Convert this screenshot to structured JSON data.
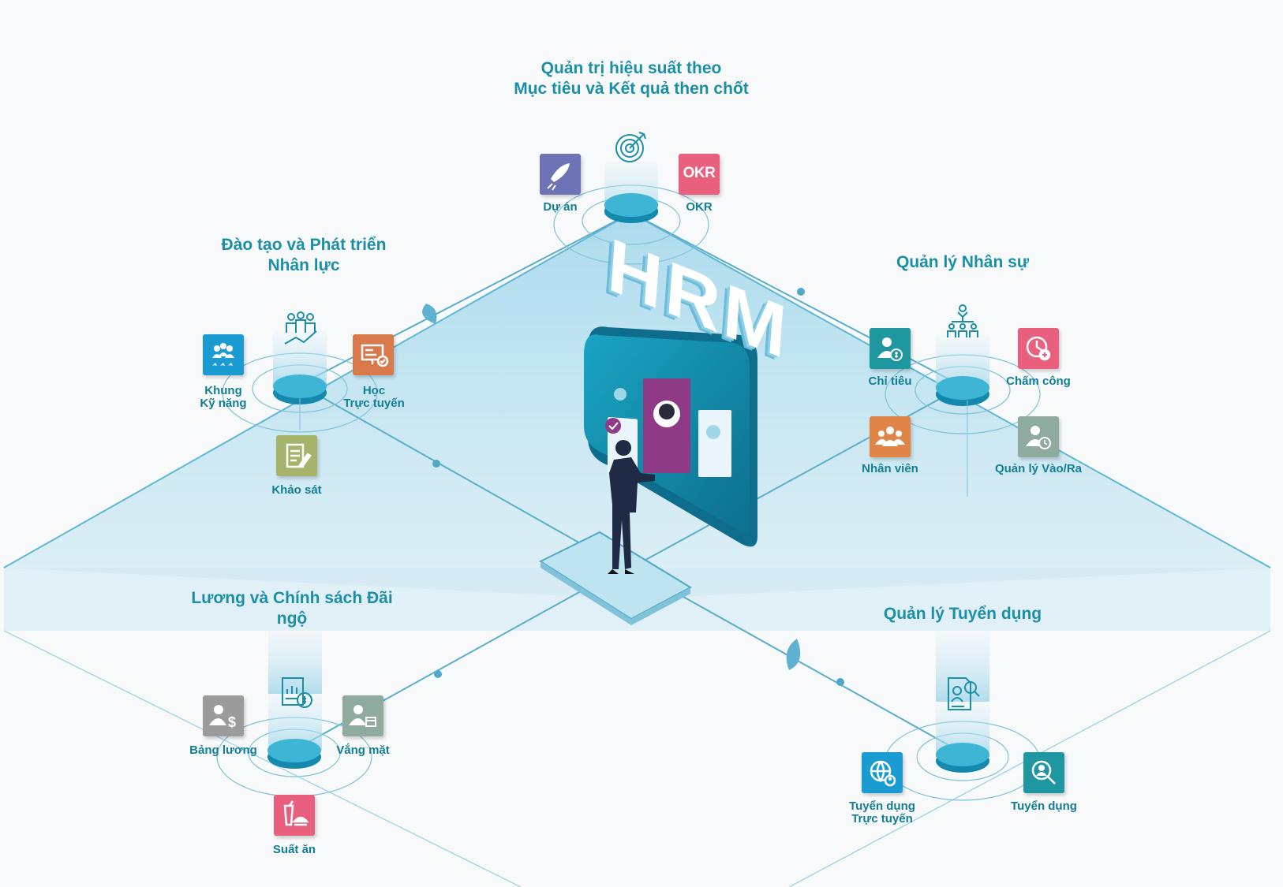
{
  "groups": {
    "okr_title": "Quản trị hiệu suất theo\nMục tiêu và Kết quả then chốt",
    "training_title": "Đào tạo và Phát triển\nNhân lực",
    "hr_title": "Quản lý Nhân sự",
    "payroll_title": "Lương và Chính sách Đãi\nngộ",
    "recruit_title": "Quản lý Tuyển dụng"
  },
  "center": {
    "brand": "HRM"
  },
  "apps": {
    "du_an": "Dự án",
    "okr": "OKR",
    "okr_tile_text": "OKR",
    "khung_ky_nang": "Khung\nKỹ năng",
    "hoc_truc_tuyen": "Học\nTrực tuyến",
    "khao_sat": "Khảo sát",
    "chi_tieu": "Chỉ tiêu",
    "cham_cong": "Chấm công",
    "nhan_vien": "Nhân viên",
    "quan_ly_vao_ra": "Quản lý Vào/Ra",
    "bang_luong": "Bảng lương",
    "vang_mat": "Vắng mặt",
    "suat_an": "Suất ăn",
    "tuyen_dung_truc_tuyen": "Tuyển dụng\nTrực tuyến",
    "tuyen_dung": "Tuyển dụng"
  },
  "colors": {
    "title_teal": "#1b8fa6",
    "platform": "#a8d9ec",
    "du_an": "#6e73b8",
    "okr": "#e8607e",
    "khung_ky_nang": "#1a9bd1",
    "hoc_truc_tuyen": "#d9784a",
    "khao_sat": "#a6b36a",
    "chi_tieu": "#1f97a1",
    "cham_cong": "#e8607e",
    "nhan_vien": "#e08448",
    "quan_ly_vao_ra": "#8fab9e",
    "bang_luong": "#9b9b9b",
    "vang_mat": "#8fab9e",
    "suat_an": "#e8607e",
    "tuyen_dung_truc_tuyen": "#1a9bd1",
    "tuyen_dung": "#1f97a1"
  }
}
